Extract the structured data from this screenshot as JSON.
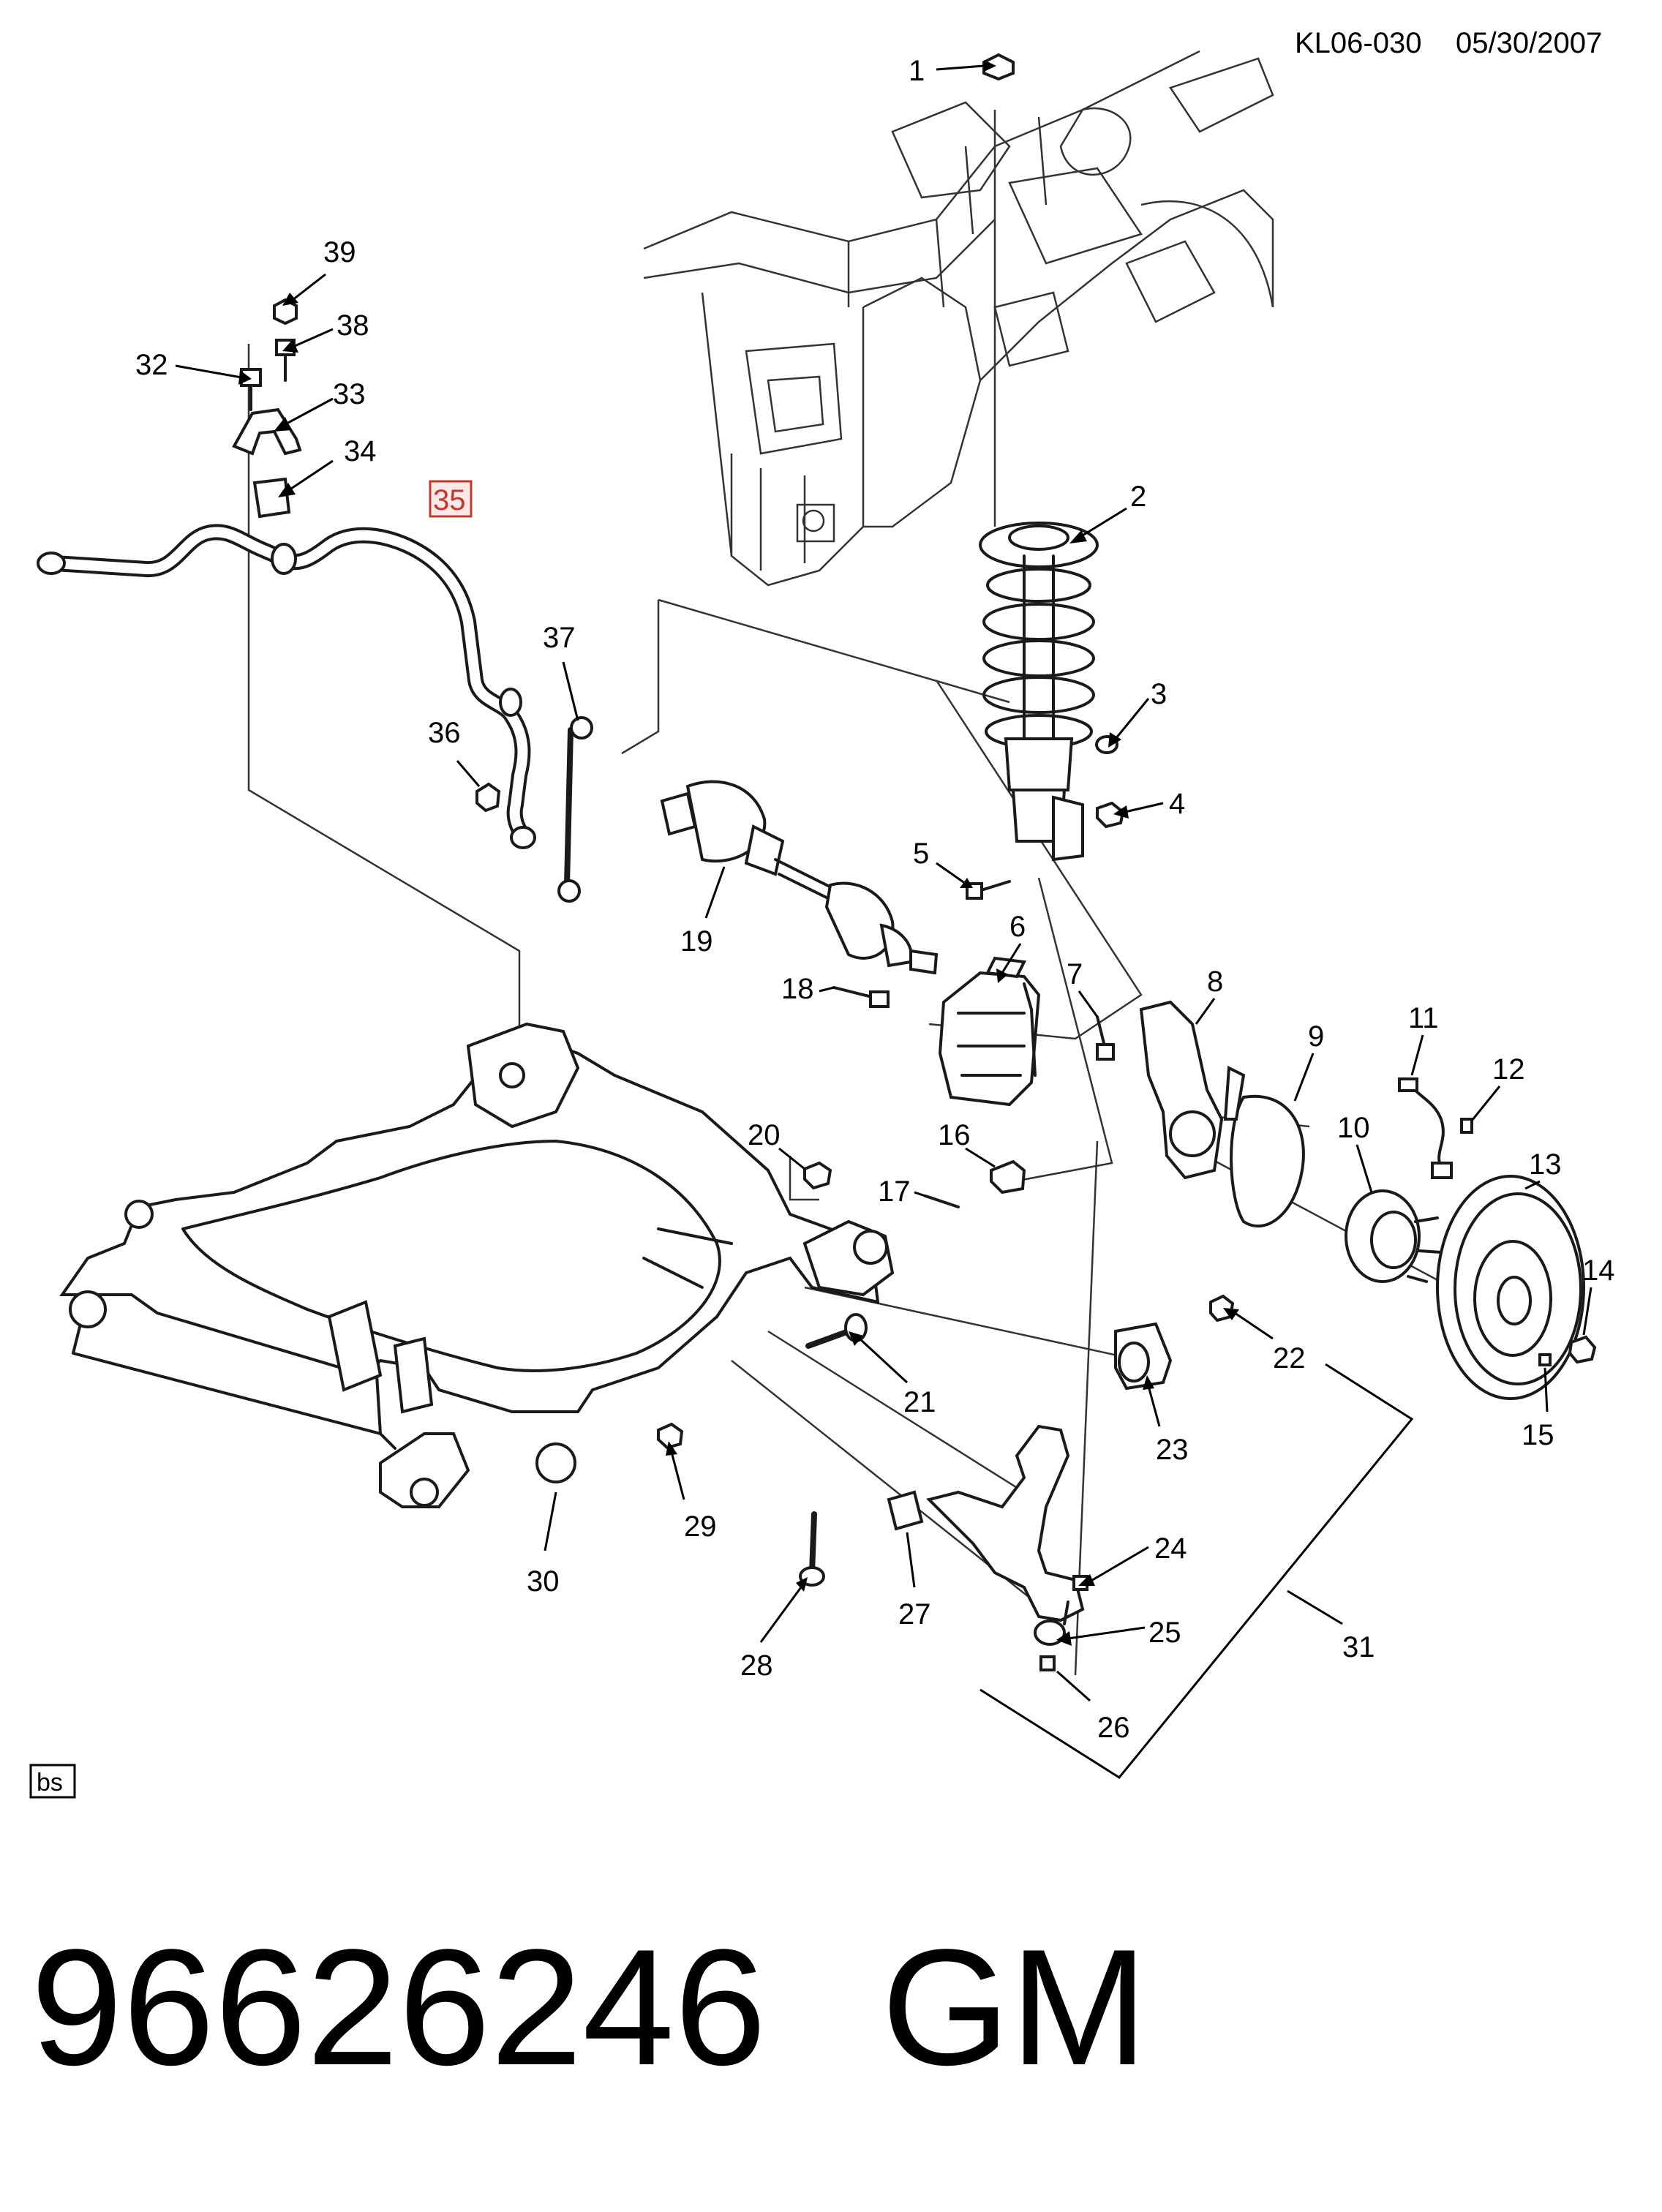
{
  "header": {
    "ref": "KL06-030",
    "date": "05/30/2007"
  },
  "footer_code": "bs",
  "part_number": "96626246",
  "brand": "GM",
  "highlight_color": "#c0392b",
  "callouts": [
    {
      "id": "1",
      "label": "1"
    },
    {
      "id": "2",
      "label": "2"
    },
    {
      "id": "3",
      "label": "3"
    },
    {
      "id": "4",
      "label": "4"
    },
    {
      "id": "5",
      "label": "5"
    },
    {
      "id": "6",
      "label": "6"
    },
    {
      "id": "7",
      "label": "7"
    },
    {
      "id": "8",
      "label": "8"
    },
    {
      "id": "9",
      "label": "9"
    },
    {
      "id": "10",
      "label": "10"
    },
    {
      "id": "11",
      "label": "11"
    },
    {
      "id": "12",
      "label": "12"
    },
    {
      "id": "13",
      "label": "13"
    },
    {
      "id": "14",
      "label": "14"
    },
    {
      "id": "15",
      "label": "15"
    },
    {
      "id": "16",
      "label": "16"
    },
    {
      "id": "17",
      "label": "17"
    },
    {
      "id": "18",
      "label": "18"
    },
    {
      "id": "19",
      "label": "19"
    },
    {
      "id": "20",
      "label": "20"
    },
    {
      "id": "21",
      "label": "21"
    },
    {
      "id": "22",
      "label": "22"
    },
    {
      "id": "23",
      "label": "23"
    },
    {
      "id": "24",
      "label": "24"
    },
    {
      "id": "25",
      "label": "25"
    },
    {
      "id": "26",
      "label": "26"
    },
    {
      "id": "27",
      "label": "27"
    },
    {
      "id": "28",
      "label": "28"
    },
    {
      "id": "29",
      "label": "29"
    },
    {
      "id": "30",
      "label": "30"
    },
    {
      "id": "31",
      "label": "31"
    },
    {
      "id": "32",
      "label": "32"
    },
    {
      "id": "33",
      "label": "33"
    },
    {
      "id": "34",
      "label": "34"
    },
    {
      "id": "35",
      "label": "35",
      "highlighted": true
    },
    {
      "id": "36",
      "label": "36"
    },
    {
      "id": "37",
      "label": "37"
    },
    {
      "id": "38",
      "label": "38"
    },
    {
      "id": "39",
      "label": "39"
    }
  ]
}
